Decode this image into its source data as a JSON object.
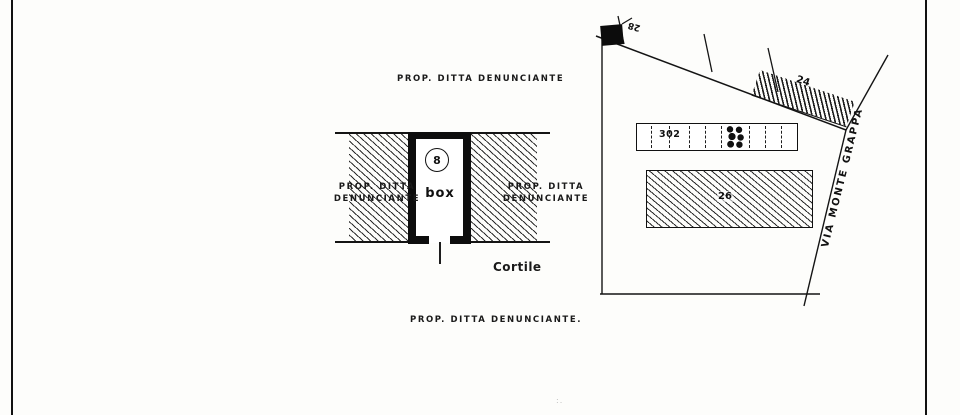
{
  "document": {
    "kind": "cadastral-plan-scan",
    "ink_color": "#141414",
    "paper_color": "#fdfdfb",
    "faint_mark": ":."
  },
  "detail_plan": {
    "title_top": "PROP. DITTA DENUNCIANTE",
    "title_bottom": "PROP. DITTA DENUNCIANTE.",
    "unit_number": "8",
    "unit_label": "box",
    "left_property": {
      "line1": "PROP. DITTA",
      "line2": "DENUNCIANTE"
    },
    "right_property": {
      "line1": "PROP. DITTA",
      "line2": "DENUNCIANTE"
    },
    "courtyard_label": "Cortile"
  },
  "site_plan": {
    "street_label": "VIA MONTE GRAPPA",
    "parcels": [
      {
        "id": "28",
        "style": "solid-black-footprint"
      },
      {
        "id": "24",
        "style": "dense-hatch-sliver"
      },
      {
        "id": "302",
        "style": "subdivided-strip"
      },
      {
        "id": "26",
        "style": "diagonal-hatch-building"
      }
    ],
    "strip_302_label": "302",
    "sliver_24_label": "24",
    "building_26_label": "26",
    "footprint_28_label": "28"
  }
}
